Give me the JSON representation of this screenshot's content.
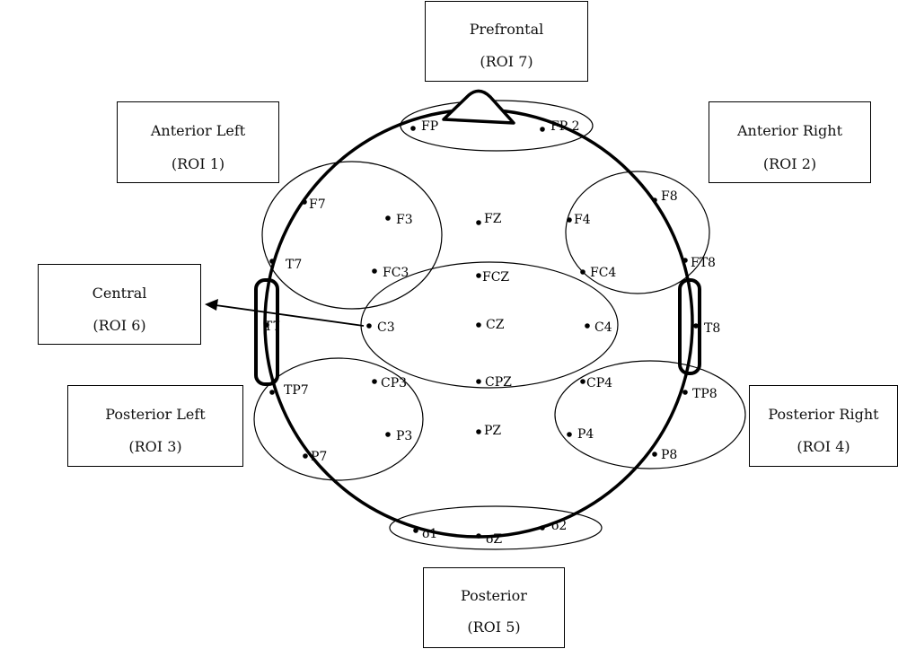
{
  "roi_boxes": {
    "prefrontal": {
      "name": "Prefrontal",
      "id": "(ROI 7)"
    },
    "anterior_left": {
      "name": "Anterior Left",
      "id": "(ROI 1)"
    },
    "anterior_right": {
      "name": "Anterior Right",
      "id": "(ROI 2)"
    },
    "central": {
      "name": "Central",
      "id": "(ROI 6)"
    },
    "posterior_left": {
      "name": "Posterior Left",
      "id": "(ROI 3)"
    },
    "posterior_right": {
      "name": "Posterior Right",
      "id": "(ROI 4)"
    },
    "posterior": {
      "name": "Posterior",
      "id": "(ROI 5)"
    }
  },
  "electrodes": {
    "fp1": "FP",
    "fp2": "FP 2",
    "f7": "F7",
    "f3": "F3",
    "fz": "FZ",
    "f4": "F4",
    "f8": "F8",
    "ft7": "T7",
    "fc3": "FC3",
    "fcz": "FCZ",
    "fc4": "FC4",
    "ft8": "FT8",
    "t7": "T7",
    "c3": "C3",
    "cz": "CZ",
    "c4": "C4",
    "t8": "T8",
    "tp7": "TP7",
    "cp3": "CP3",
    "cpz": "CPZ",
    "cp4": "CP4",
    "tp8": "TP8",
    "p7": "P7",
    "p3": "P3",
    "pz": "PZ",
    "p4": "P4",
    "p8": "P8",
    "o1": "o1",
    "oz": "oZ",
    "o2": "o2"
  }
}
